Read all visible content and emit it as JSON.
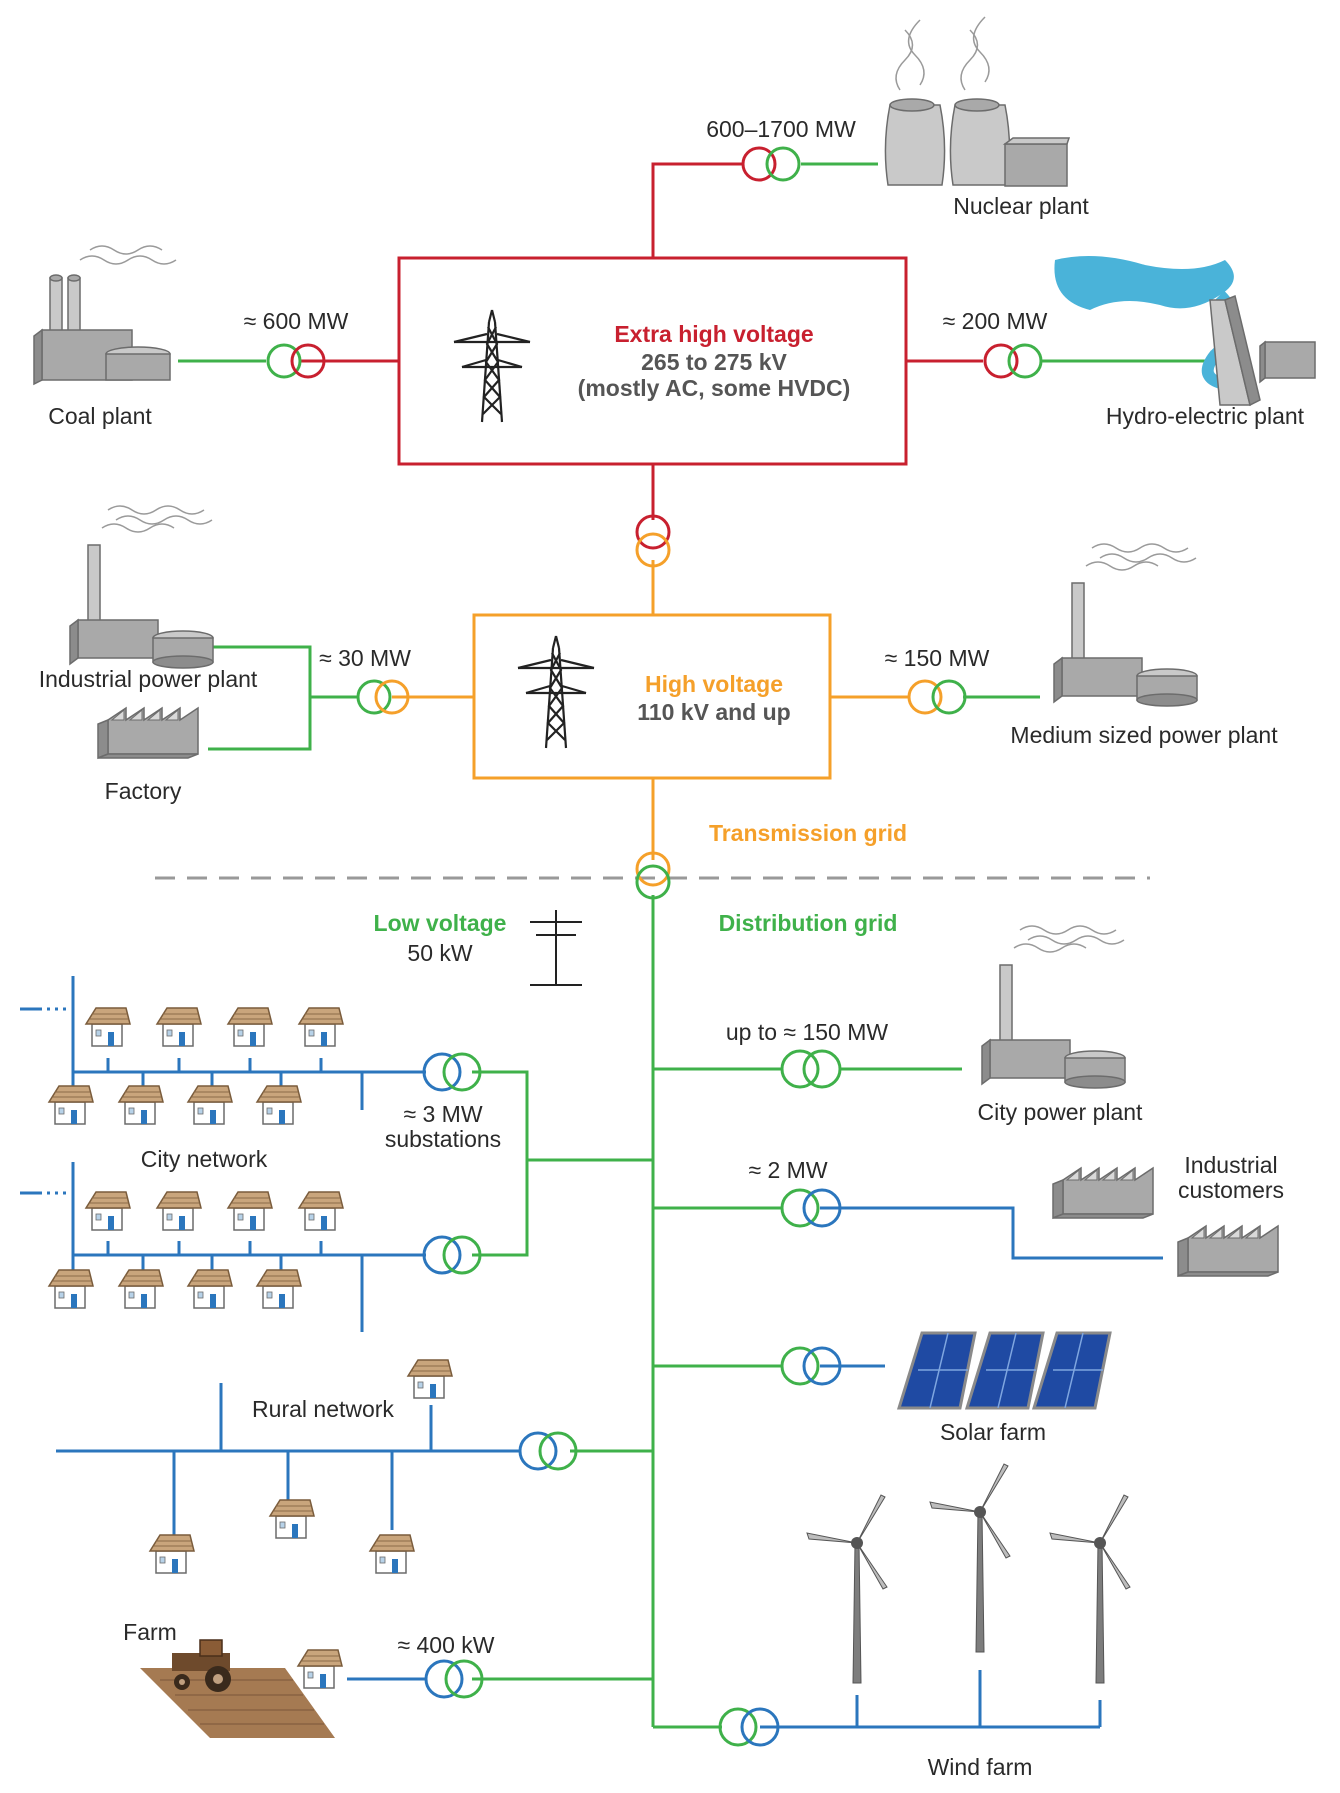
{
  "colors": {
    "extra_high_voltage": "#c8202f",
    "high_voltage": "#f5a02a",
    "distribution": "#3fb14a",
    "low_voltage": "#2b76bd",
    "divider": "#999999"
  },
  "icons": [
    "transmission-pylon-icon",
    "power-pole-icon",
    "transformer-icon",
    "power-plant-icon",
    "cooling-tower-icon",
    "dam-icon",
    "factory-icon",
    "house-icon",
    "solar-panel-icon",
    "wind-turbine-icon",
    "tractor-icon"
  ],
  "ehv": {
    "title": "Extra high voltage",
    "range": "265 to 275 kV",
    "note": "(mostly AC, some HVDC)"
  },
  "hv": {
    "title": "High voltage",
    "range": "110 kV and up"
  },
  "grid": {
    "transmission": "Transmission grid",
    "distribution": "Distribution grid"
  },
  "lv": {
    "title": "Low voltage",
    "value": "50 kW"
  },
  "sources": {
    "nuclear": {
      "label": "Nuclear plant",
      "power": "600–1700 MW"
    },
    "coal": {
      "label": "Coal plant",
      "power": "≈ 600 MW"
    },
    "hydro": {
      "label": "Hydro-electric plant",
      "power": "≈ 200 MW"
    },
    "industrial_plant": {
      "label": "Industrial power plant"
    },
    "factory": {
      "label": "Factory"
    },
    "hv_left_power": "≈ 30 MW",
    "medium": {
      "label": "Medium sized power plant",
      "power": "≈ 150 MW"
    }
  },
  "distribution": {
    "city_plant": {
      "label": "City power plant",
      "power": "up to ≈ 150 MW"
    },
    "industrial_customers": {
      "label_line1": "Industrial",
      "label_line2": "customers",
      "power": "≈ 2 MW"
    },
    "solar": {
      "label": "Solar farm"
    },
    "wind": {
      "label": "Wind farm"
    },
    "substations": {
      "line1": "≈ 3 MW",
      "line2": "substations"
    },
    "city_network": "City network",
    "rural_network": "Rural network",
    "farm": {
      "label": "Farm",
      "power": "≈ 400 kW"
    }
  }
}
